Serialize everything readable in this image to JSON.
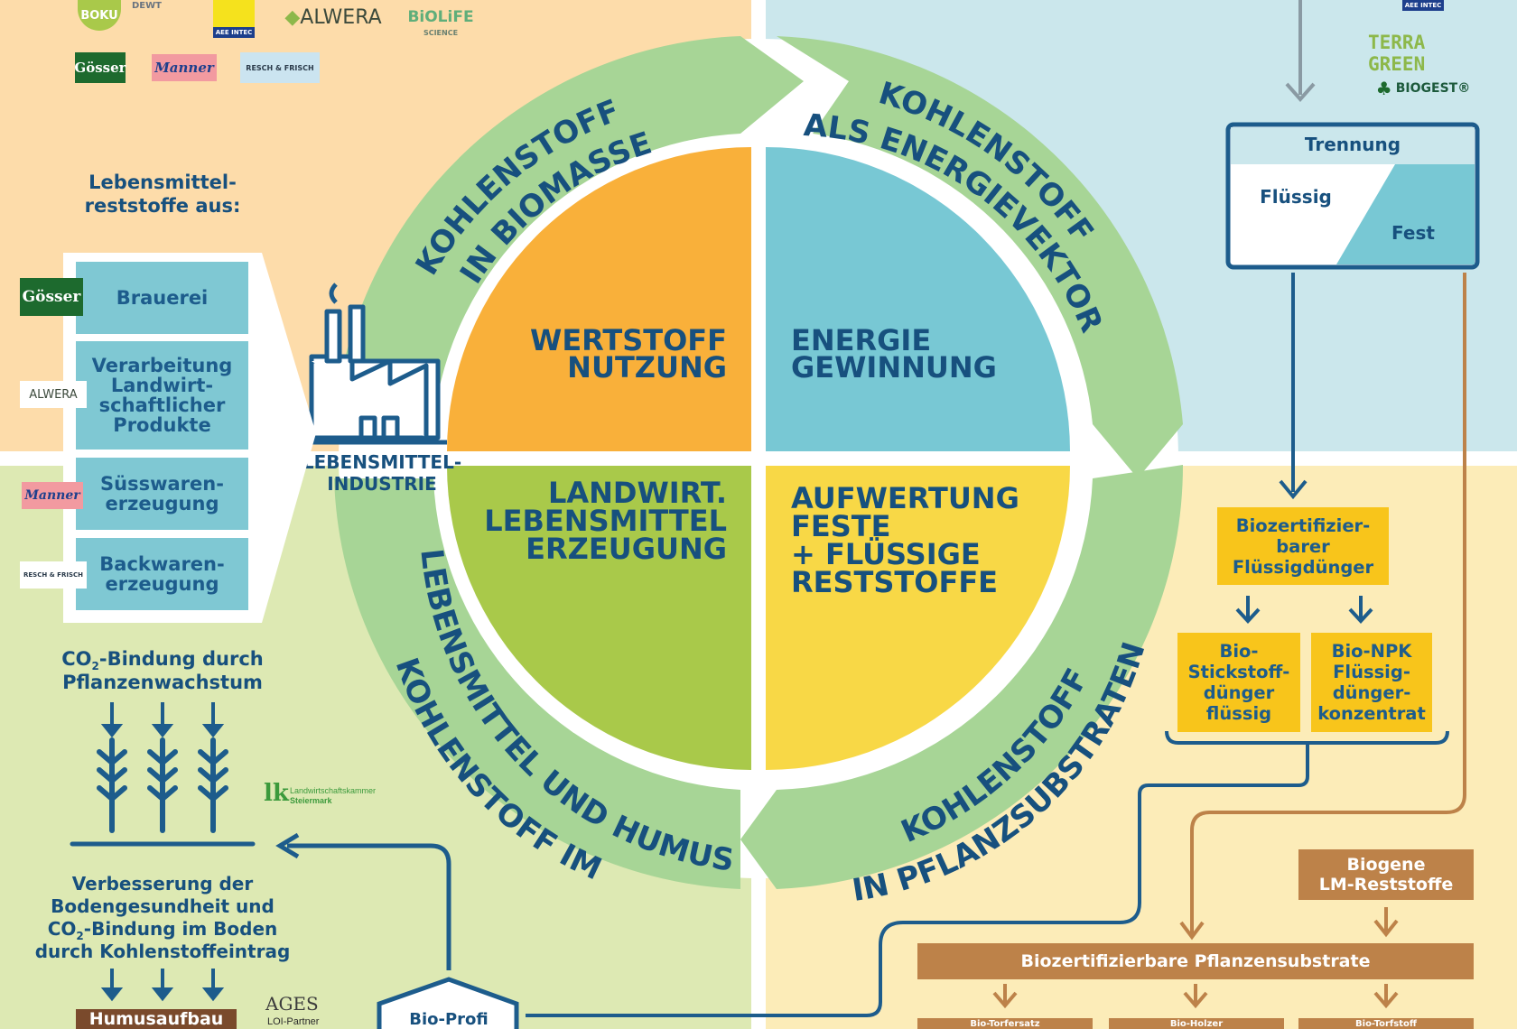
{
  "colors": {
    "orange": "#f9b03a",
    "blue": "#78c8d4",
    "green": "#a9c94a",
    "yellow": "#f8d846",
    "ring": "#a7d596",
    "navy": "#17507e"
  },
  "logos": {
    "boku": "BOKU",
    "dewt": "DEWT",
    "aee": "AEE INTEC",
    "alwera": "ALWERA",
    "biolife": "BiOLiFE",
    "biolife_sub": "SCIENCE",
    "gosser": "Gösser",
    "manner": "Manner",
    "resch": "RESCH & FRISCH",
    "terragreen": "TERRA GREEN",
    "biogest": "BIOGEST®",
    "lk_mark": "lk",
    "lk_text1": "Landwirtschaftskammer",
    "lk_text2": "Steiermark",
    "ages": "AGES",
    "ages_sub": "LOI-Partner"
  },
  "quadrants": {
    "q1": [
      "WERTSTOFF",
      "NUTZUNG"
    ],
    "q2": [
      "ENERGIE",
      "GEWINNUNG"
    ],
    "q3": [
      "LANDWIRT.",
      "LEBENSMITTEL",
      "ERZEUGUNG"
    ],
    "q4": [
      "AUFWERTUNG",
      "FESTE",
      "+ FLÜSSIGE",
      "RESTSTOFFE"
    ]
  },
  "ring": {
    "top_left": [
      "KOHLENSTOFF",
      "IN BIOMASSE"
    ],
    "top_right": [
      "KOHLENSTOFF",
      "ALS ENERGIEVEKTOR"
    ],
    "bottom_left": [
      "KOHLENSTOFF IM",
      "LEBENSMITTEL UND HUMUS"
    ],
    "bottom_right": [
      "KOHLENSTOFF",
      "IN PFLANZSUBSTRATEN"
    ]
  },
  "factory_label": [
    "LEBENSMITTEL-",
    "INDUSTRIE"
  ],
  "left": {
    "heading": [
      "Lebensmittel-",
      "reststoffe aus:"
    ],
    "items": [
      [
        "Brauerei"
      ],
      [
        "Verarbeitung",
        "Landwirt-",
        "schaftlicher",
        "Produkte"
      ],
      [
        "Süsswaren-",
        "erzeugung"
      ],
      [
        "Backwaren-",
        "erzeugung"
      ]
    ],
    "co2_line1": "-Bindung durch",
    "co2_prefix": "CO",
    "co2_sub": "2",
    "co2_line2": "Pflanzenwachstum",
    "soil": [
      "Verbesserung der",
      "Bodengesundheit und"
    ],
    "soil_co2_rest": "-Bindung im Boden",
    "soil_last": "durch Kohlenstoffeintrag",
    "humus": "Humusaufbau",
    "bioprofi": "Bio-Profi"
  },
  "right": {
    "trennung": "Trennung",
    "fluessig": "Flüssig",
    "fest": "Fest",
    "bio_fluessig": [
      "Biozertifizier-",
      "barer",
      "Flüssigdünger"
    ],
    "stickstoff": [
      "Bio-",
      "Stickstoff-",
      "dünger",
      "flüssig"
    ],
    "npk": [
      "Bio-NPK",
      "Flüssig-",
      "dünger-",
      "konzentrat"
    ],
    "biogene": [
      "Biogene",
      "LM-Reststoffe"
    ],
    "substrate": "Biozertifizierbare Pflanzensubstrate",
    "sub_boxes": [
      "Bio-Torfersatz",
      "Bio-Holzer",
      "Bio-Torfstoff"
    ]
  }
}
